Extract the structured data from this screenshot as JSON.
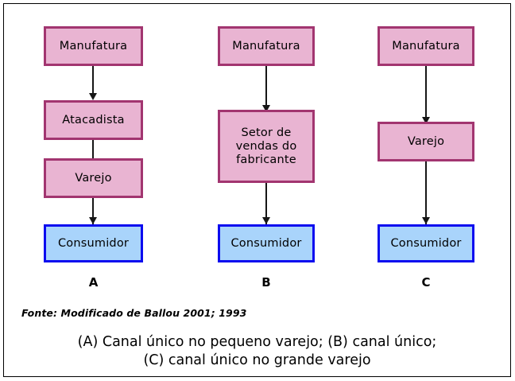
{
  "figure": {
    "colors": {
      "pink_fill": "#e9b4d2",
      "pink_border": "#a23570",
      "blue_fill": "#a9d4fb",
      "blue_border": "#0c0cef",
      "arrow": "#161616",
      "frame": "#000000",
      "background": "#ffffff"
    },
    "columns": [
      {
        "id": "A",
        "label": "A",
        "nodes": [
          {
            "text": "Manufatura",
            "type": "pink"
          },
          {
            "text": "Atacadista",
            "type": "pink"
          },
          {
            "text": "Varejo",
            "type": "pink"
          },
          {
            "text": "Consumidor",
            "type": "blue"
          }
        ]
      },
      {
        "id": "B",
        "label": "B",
        "nodes": [
          {
            "text": "Manufatura",
            "type": "pink"
          },
          {
            "text": "Setor de\nvendas do\nfabricante",
            "type": "pink"
          },
          {
            "text": "Consumidor",
            "type": "blue"
          }
        ]
      },
      {
        "id": "C",
        "label": "C",
        "nodes": [
          {
            "text": "Manufatura",
            "type": "pink"
          },
          {
            "text": "Varejo",
            "type": "pink"
          },
          {
            "text": "Consumidor",
            "type": "blue"
          }
        ]
      }
    ],
    "source_note": "Fonte: Modificado de Ballou 2001; 1993",
    "caption": {
      "line1": "(A) Canal único no pequeno varejo; (B) canal único;",
      "line2": "(C) canal único no grande varejo"
    }
  }
}
